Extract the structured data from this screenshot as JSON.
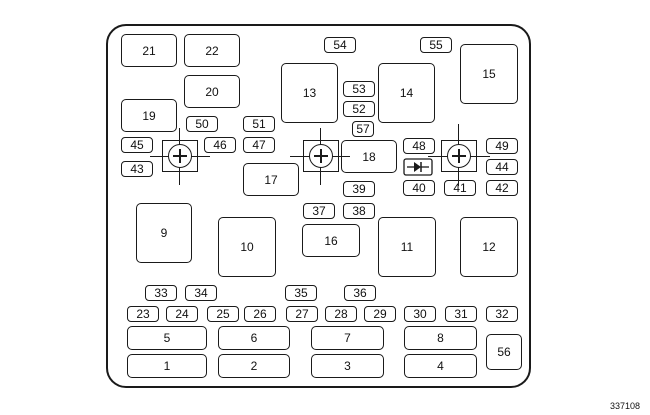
{
  "figure_id": "337108",
  "slots": {
    "s1": "1",
    "s2": "2",
    "s3": "3",
    "s4": "4",
    "s5": "5",
    "s6": "6",
    "s7": "7",
    "s8": "8",
    "s9": "9",
    "s10": "10",
    "s11": "11",
    "s12": "12",
    "s13": "13",
    "s14": "14",
    "s15": "15",
    "s16": "16",
    "s17": "17",
    "s18": "18",
    "s19": "19",
    "s20": "20",
    "s21": "21",
    "s22": "22",
    "s23": "23",
    "s24": "24",
    "s25": "25",
    "s26": "26",
    "s27": "27",
    "s28": "28",
    "s29": "29",
    "s30": "30",
    "s31": "31",
    "s32": "32",
    "s33": "33",
    "s34": "34",
    "s35": "35",
    "s36": "36",
    "s37": "37",
    "s38": "38",
    "s39": "39",
    "s40": "40",
    "s41": "41",
    "s42": "42",
    "s43": "43",
    "s44": "44",
    "s45": "45",
    "s46": "46",
    "s47": "47",
    "s48": "48",
    "s49": "49",
    "s50": "50",
    "s51": "51",
    "s52": "52",
    "s53": "53",
    "s54": "54",
    "s55": "55",
    "s56": "56",
    "s57": "57"
  },
  "icons": {
    "mount": "mounting-bolt-icon",
    "diode": "diode-icon"
  }
}
